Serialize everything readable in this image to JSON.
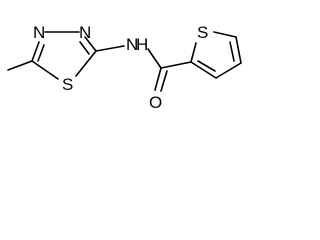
{
  "molecule": {
    "atom_labels": {
      "n_ring_top_left": "N",
      "n_ring_top_right": "N",
      "s_ring_bottom": "S",
      "nh_amide": "N",
      "nh_h": "H",
      "o_carbonyl": "O",
      "s_thiophene": "S"
    },
    "colors": {
      "bond": "#000000",
      "label": "#000000",
      "background": "#ffffff"
    }
  }
}
